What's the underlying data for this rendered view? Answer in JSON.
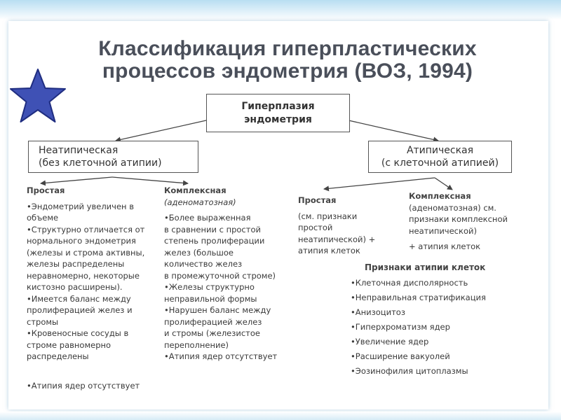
{
  "title": {
    "line1": "Классификация гиперпластических",
    "line2": "процессов эндометрия (ВОЗ, 1994)"
  },
  "root": {
    "line1": "Гиперплазия",
    "line2": "эндометрия"
  },
  "left_box": {
    "line1": "Неатипическая",
    "line2": "(без клеточной атипии)"
  },
  "right_box": {
    "line1": "Атипическая",
    "line2": "(с клеточной атипией)"
  },
  "left_simple": {
    "header": "Простая",
    "lines": [
      "•Эндометрий увеличен в",
      "объеме",
      "•Структурно отличается от",
      "нормального эндометрия",
      "(железы и строма активны,",
      "железы распределены",
      "неравномерно, некоторые",
      "кистозно расширены).",
      "•Имеется баланс между",
      "пролиферацией желез и",
      "стромы",
      "•Кровеносные сосуды в",
      "строме равномерно",
      "распределены"
    ],
    "last": "•Атипия ядер отсутствует"
  },
  "left_complex": {
    "header": "Комплексная",
    "subheader": "(аденоматозная)",
    "lines": [
      "•Более выраженная",
      "в сравнении с простой",
      "степень пролиферации",
      "желез (большое",
      "количество желез",
      "в промежуточной строме)",
      "•Железы структурно",
      "неправильной формы",
      "•Нарушен баланс между",
      "пролиферацией желез",
      "и стромы (железистое",
      "переполнение)",
      "•Атипия ядер отсутствует"
    ]
  },
  "right_simple": {
    "header": "Простая",
    "lines": [
      "(см. признаки",
      "простой",
      "неатипической) +",
      "атипия клеток"
    ]
  },
  "right_complex": {
    "header": "Комплексная",
    "lines": [
      "(аденоматозная) см.",
      "признаки комплексной",
      "неатипической)"
    ],
    "plus": "+ атипия клеток"
  },
  "atypia_signs": {
    "title": "Признаки атипии клеток",
    "items": [
      "•Клеточная дисполярность",
      "•Неправильная стратификация",
      "•Анизоцитоз",
      "•Гиперхроматизм ядер",
      "•Увеличение ядер",
      "•Расширение вакуолей",
      "•Эозинофилия цитоплазмы"
    ]
  },
  "icons": {
    "star": "star-icon"
  },
  "colors": {
    "star_fill": "#3f51b5",
    "star_stroke": "#1f2d80",
    "header_band": "#b9def2"
  }
}
